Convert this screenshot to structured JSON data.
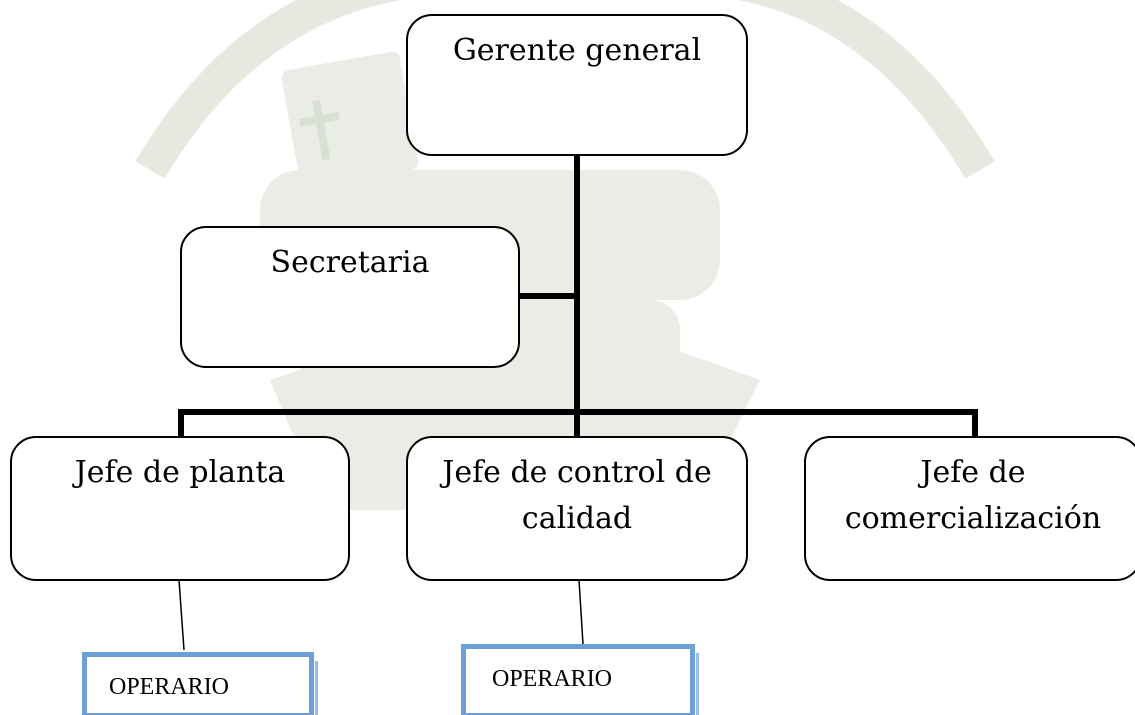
{
  "nodes": {
    "gerente": "Gerente general",
    "secretaria": "Secretaria",
    "jefe_planta": "Jefe de planta",
    "jefe_calidad_line1": "Jefe de control de",
    "jefe_calidad_line2": "calidad",
    "jefe_comercial_line1": "Jefe de",
    "jefe_comercial_line2": "comercialización",
    "operario_1": "OPERARIO",
    "operario_2": "OPERARIO"
  },
  "colors": {
    "box_border": "#000000",
    "operario_border": "#6e9fd6",
    "watermark": "#dfe3d5"
  }
}
